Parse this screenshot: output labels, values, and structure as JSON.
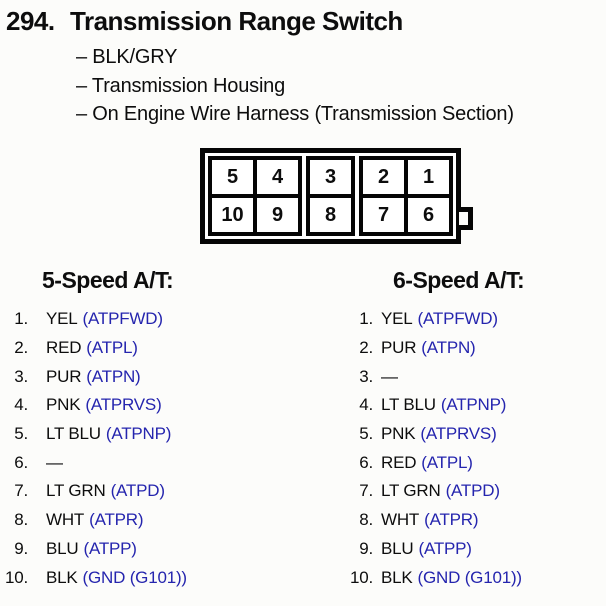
{
  "header": {
    "item_number": "294.",
    "title": "Transmission Range Switch",
    "bullets": [
      "– BLK/GRY",
      "– Transmission Housing",
      "– On Engine Wire Harness (Transmission Section)"
    ]
  },
  "connector": {
    "pods": [
      {
        "cells": [
          "5",
          "4",
          "10",
          "9"
        ]
      },
      {
        "cells": [
          "3",
          "8"
        ]
      },
      {
        "cells": [
          "2",
          "1",
          "7",
          "6"
        ]
      }
    ]
  },
  "columns": [
    {
      "header": "5-Speed A/T:",
      "pins": [
        {
          "num": "1.",
          "wire": "YEL",
          "signal": "(ATPFWD)"
        },
        {
          "num": "2.",
          "wire": "RED",
          "signal": "(ATPL)"
        },
        {
          "num": "3.",
          "wire": "PUR",
          "signal": "(ATPN)"
        },
        {
          "num": "4.",
          "wire": "PNK",
          "signal": "(ATPRVS)"
        },
        {
          "num": "5.",
          "wire": "LT BLU",
          "signal": "(ATPNP)"
        },
        {
          "num": "6.",
          "wire": "—",
          "signal": ""
        },
        {
          "num": "7.",
          "wire": "LT GRN",
          "signal": "(ATPD)"
        },
        {
          "num": "8.",
          "wire": "WHT",
          "signal": "(ATPR)"
        },
        {
          "num": "9.",
          "wire": "BLU",
          "signal": "(ATPP)"
        },
        {
          "num": "10.",
          "wire": "BLK",
          "signal": "(GND (G101))"
        }
      ]
    },
    {
      "header": "6-Speed A/T:",
      "pins": [
        {
          "num": "1.",
          "wire": "YEL",
          "signal": "(ATPFWD)"
        },
        {
          "num": "2.",
          "wire": "PUR",
          "signal": "(ATPN)"
        },
        {
          "num": "3.",
          "wire": "—",
          "signal": ""
        },
        {
          "num": "4.",
          "wire": "LT BLU",
          "signal": "(ATPNP)"
        },
        {
          "num": "5.",
          "wire": "PNK",
          "signal": "(ATPRVS)"
        },
        {
          "num": "6.",
          "wire": "RED",
          "signal": "(ATPL)"
        },
        {
          "num": "7.",
          "wire": "LT GRN",
          "signal": "(ATPD)"
        },
        {
          "num": "8.",
          "wire": "WHT",
          "signal": "(ATPR)"
        },
        {
          "num": "9.",
          "wire": "BLU",
          "signal": "(ATPP)"
        },
        {
          "num": "10.",
          "wire": "BLK",
          "signal": "(GND (G101))"
        }
      ]
    }
  ],
  "colors": {
    "signal_blue": "#2525ae",
    "text_black": "#0d0d0d",
    "line_black": "#050505",
    "page_bg": "#fcfcfa"
  }
}
